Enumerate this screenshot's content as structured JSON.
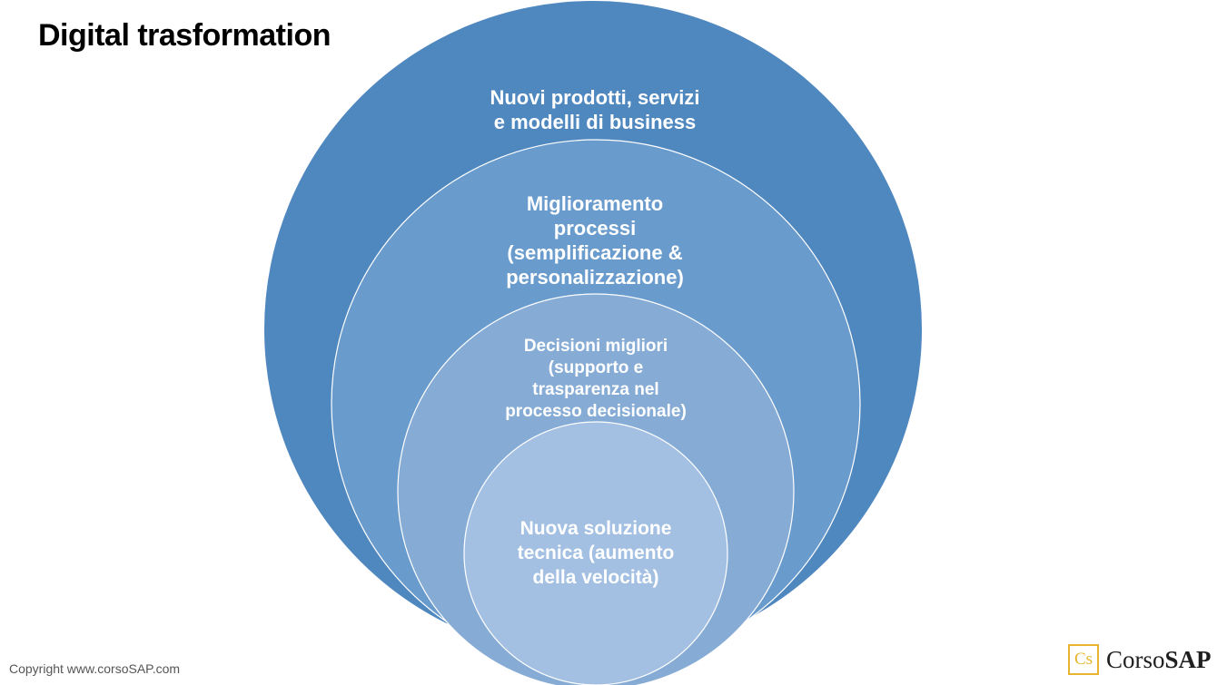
{
  "title": "Digital trasformation",
  "diagram": {
    "type": "nested-circles",
    "levels": [
      {
        "label": "Nuovi prodotti, servizi\ne modelli di business",
        "color": "#4f87bf"
      },
      {
        "label": "Miglioramento\nprocessi\n(semplificazione &\npersonalizzazione)",
        "color": "#6a9bcd"
      },
      {
        "label": "Decisioni migliori\n(supporto e\ntrasparenza nel\nprocesso decisionale)",
        "color": "#86acd6"
      },
      {
        "label": "Nuova soluzione\ntecnica (aumento\ndella velocità)",
        "color": "#a3c0e3"
      }
    ],
    "outline_color": "#ffffff"
  },
  "footer": {
    "copyright": "Copyright www.corsoSAP.com"
  },
  "brand": {
    "mark": "Cs",
    "name_regular": "Corso",
    "name_bold": "SAP",
    "accent_color": "#e7b52d"
  }
}
